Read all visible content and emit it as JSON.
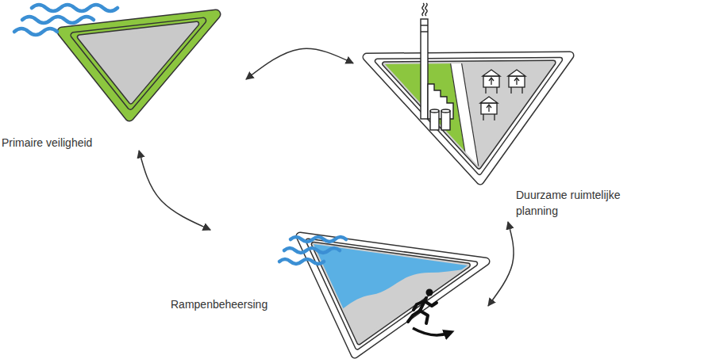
{
  "diagram": {
    "nodes": [
      {
        "text": [
          "Primaire veiligheid"
        ]
      },
      {
        "text": [
          "Duurzame ruimtelijke planning"
        ]
      },
      {
        "text": [
          "Rampenbeheersing"
        ]
      }
    ],
    "edges": [
      {
        "from": 0,
        "to": 1,
        "arrow": "both"
      },
      {
        "from": 0,
        "to": 2,
        "arrow": "both"
      },
      {
        "from": 1,
        "to": 2,
        "arrow": "both"
      }
    ]
  }
}
